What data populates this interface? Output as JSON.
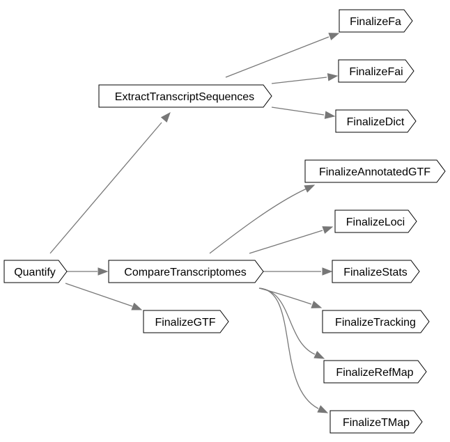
{
  "colors": {
    "edge": "#777777",
    "node_border": "#000000",
    "node_fill": "#ffffff"
  },
  "nodes": {
    "quantify": "Quantify",
    "extract": "ExtractTranscriptSequences",
    "compare": "CompareTranscriptomes",
    "finalize_gtf": "FinalizeGTF",
    "finalize_fa": "FinalizeFa",
    "finalize_fai": "FinalizeFai",
    "finalize_dict": "FinalizeDict",
    "finalize_annotated_gtf": "FinalizeAnnotatedGTF",
    "finalize_loci": "FinalizeLoci",
    "finalize_stats": "FinalizeStats",
    "finalize_tracking": "FinalizeTracking",
    "finalize_refmap": "FinalizeRefMap",
    "finalize_tmap": "FinalizeTMap"
  },
  "edges": [
    {
      "from": "quantify",
      "to": "extract"
    },
    {
      "from": "quantify",
      "to": "compare"
    },
    {
      "from": "quantify",
      "to": "finalize_gtf"
    },
    {
      "from": "extract",
      "to": "finalize_fa"
    },
    {
      "from": "extract",
      "to": "finalize_fai"
    },
    {
      "from": "extract",
      "to": "finalize_dict"
    },
    {
      "from": "compare",
      "to": "finalize_annotated_gtf"
    },
    {
      "from": "compare",
      "to": "finalize_loci"
    },
    {
      "from": "compare",
      "to": "finalize_stats"
    },
    {
      "from": "compare",
      "to": "finalize_tracking"
    },
    {
      "from": "compare",
      "to": "finalize_refmap"
    },
    {
      "from": "compare",
      "to": "finalize_tmap"
    }
  ]
}
